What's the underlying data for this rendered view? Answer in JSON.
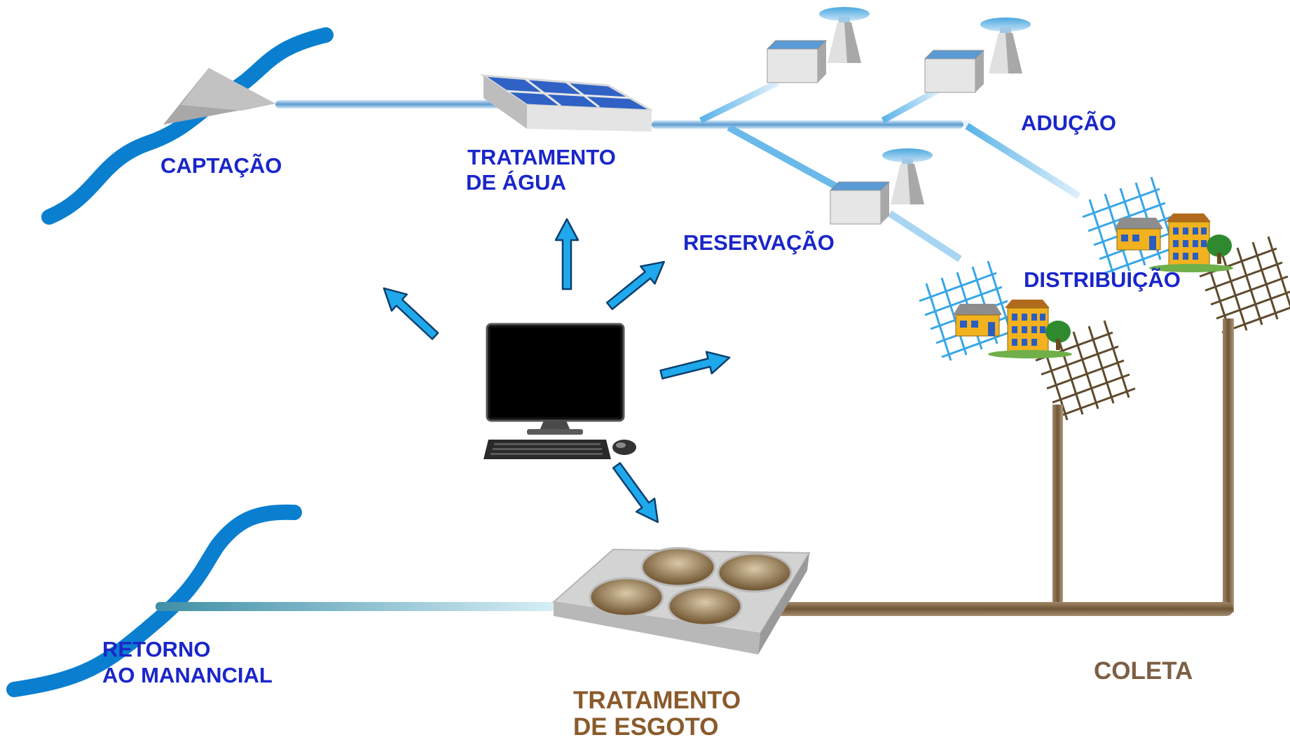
{
  "labels": {
    "captacao": "CAPTAÇÃO",
    "tratamento_agua_1": "TRATAMENTO",
    "tratamento_agua_2": "DE  ÁGUA",
    "aducao": "ADUÇÃO",
    "reservacao": "RESERVAÇÃO",
    "distribuicao": "DISTRIBUIÇÃO",
    "retorno_1": "RETORNO",
    "retorno_2": "AO MANANCIAL",
    "tratamento_esgoto_1": "TRATAMENTO",
    "tratamento_esgoto_2": "DE ESGOTO",
    "coleta": "COLETA"
  },
  "colors": {
    "label_blue": "#1a26c9",
    "label_brown": "#8a5a2b",
    "river_blue": "#0a7fd0",
    "arrow_fill": "#1aaaf0",
    "sewer_pipe": "#7a6245"
  },
  "icons": [
    "river-icon",
    "intake-dam-icon",
    "water-treatment-plant-icon",
    "reservoir-tank-icon",
    "water-tower-icon",
    "distribution-network-icon",
    "houses-icon",
    "computer-icon",
    "sewage-treatment-plant-icon"
  ]
}
